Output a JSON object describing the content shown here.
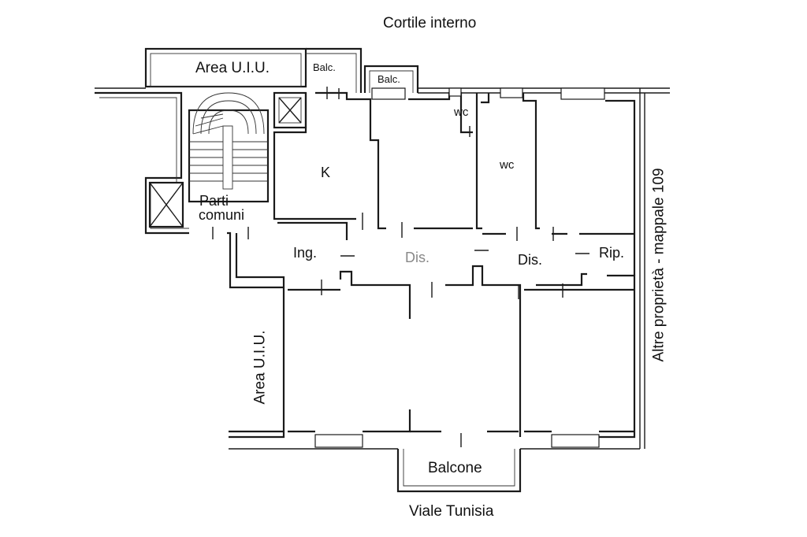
{
  "labels": {
    "courtyard": "Cortile interno",
    "area_top": "Area U.I.U.",
    "balc_left": "Balc.",
    "balc_right": "Balc.",
    "wc_small": "wc",
    "wc_large": "wc",
    "kitchen": "K",
    "common_line1": "Parti",
    "common_line2": "comuni",
    "entrance": "Ing.",
    "dis_center": "Dis.",
    "dis_right": "Dis.",
    "storage": "Rip.",
    "area_left": "Area U.I.U.",
    "neighbour": "Altre proprietà - mappale 109",
    "balcone": "Balcone",
    "street": "Viale Tunisia"
  }
}
